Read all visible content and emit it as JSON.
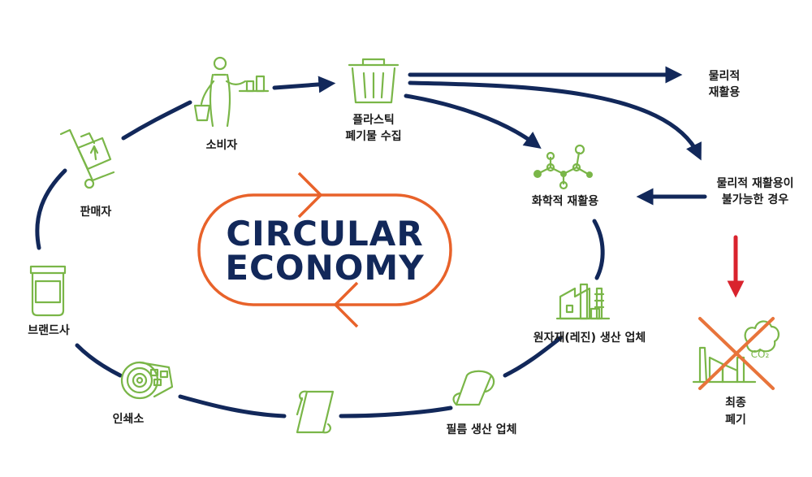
{
  "title": {
    "line1": "CIRCULAR",
    "line2": "ECONOMY"
  },
  "nodes": {
    "consumer": "소비자",
    "collection": {
      "line1": "플라스틱",
      "line2": "폐기물 수집"
    },
    "physical": {
      "line1": "물리적",
      "line2": "재활용"
    },
    "not_physical": {
      "line1": "물리적 재활용이",
      "line2": "불가능한 경우"
    },
    "chemical": "화학적 재활용",
    "resin": "원자재(레진) 생산 업체",
    "film": "필름 생산 업체",
    "printer": "인쇄소",
    "brand": "브랜드사",
    "seller": "판매자",
    "final": {
      "line1": "최종",
      "line2": "폐기"
    }
  },
  "co2_label": "CO₂",
  "colors": {
    "navy": "#12285a",
    "green": "#7ab648",
    "orange": "#e8622a",
    "red": "#d9232d",
    "cross": "#e8743b"
  }
}
